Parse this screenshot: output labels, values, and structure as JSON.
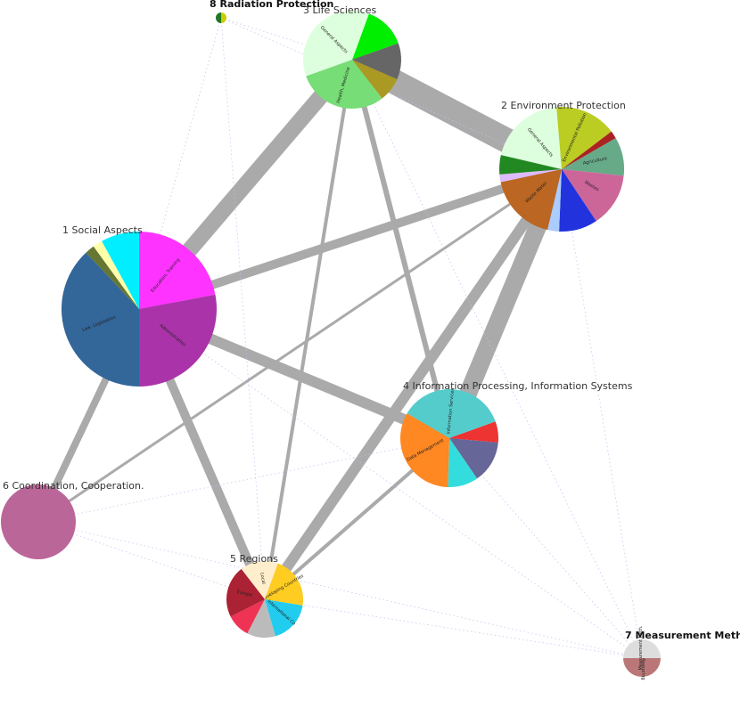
{
  "diagram": {
    "nodes": [
      {
        "id": "n1",
        "label": "1  Social Aspects",
        "slices": [
          {
            "color": "#ff33ff",
            "weight": 22,
            "label": "Education, Training"
          },
          {
            "color": "#aa33aa",
            "weight": 28,
            "label": "Administration"
          },
          {
            "color": "#336699",
            "weight": 38,
            "label": "Law, Legislation"
          },
          {
            "color": "#667733",
            "weight": 2,
            "label": ""
          },
          {
            "color": "#ffffaa",
            "weight": 2,
            "label": ""
          },
          {
            "color": "#00eeff",
            "weight": 8,
            "label": ""
          }
        ]
      },
      {
        "id": "n2",
        "label": "2  Environment Protection",
        "slices": [
          {
            "color": "#66aa88",
            "weight": 10,
            "label": "Agriculture"
          },
          {
            "color": "#cc6699",
            "weight": 14,
            "label": "Wastes"
          },
          {
            "color": "#2233dd",
            "weight": 10,
            "label": ""
          },
          {
            "color": "#aaccff",
            "weight": 3,
            "label": ""
          },
          {
            "color": "#bb6622",
            "weight": 18,
            "label": "Waste Water"
          },
          {
            "color": "#ddbbff",
            "weight": 2,
            "label": ""
          },
          {
            "color": "#228822",
            "weight": 5,
            "label": ""
          },
          {
            "color": "#ddffdd",
            "weight": 20,
            "label": "General Aspects"
          },
          {
            "color": "#bbcc22",
            "weight": 16,
            "label": "Environmental Pollution"
          },
          {
            "color": "#aa2222",
            "weight": 2,
            "label": ""
          }
        ]
      },
      {
        "id": "n3",
        "label": "3  Life Sciences",
        "slices": [
          {
            "color": "#00ee00",
            "weight": 14,
            "label": ""
          },
          {
            "color": "#666666",
            "weight": 12,
            "label": ""
          },
          {
            "color": "#aa9922",
            "weight": 8,
            "label": ""
          },
          {
            "color": "#77dd77",
            "weight": 30,
            "label": "Health, Medicine"
          },
          {
            "color": "#ddffdd",
            "weight": 36,
            "label": "General Aspects"
          }
        ]
      },
      {
        "id": "n4",
        "label": "4  Information Processing, Information Systems",
        "slices": [
          {
            "color": "#ee3333",
            "weight": 7,
            "label": ""
          },
          {
            "color": "#666699",
            "weight": 14,
            "label": ""
          },
          {
            "color": "#33dddd",
            "weight": 10,
            "label": ""
          },
          {
            "color": "#ff8822",
            "weight": 33,
            "label": "Data Management"
          },
          {
            "color": "#55cccc",
            "weight": 36,
            "label": "Information Services"
          }
        ]
      },
      {
        "id": "n5",
        "label": "5  Regions",
        "slices": [
          {
            "color": "#ffcc22",
            "weight": 22,
            "label": "Developing Countries"
          },
          {
            "color": "#22ccee",
            "weight": 18,
            "label": "International Co"
          },
          {
            "color": "#bbbbbb",
            "weight": 12,
            "label": ""
          },
          {
            "color": "#ee3355",
            "weight": 10,
            "label": ""
          },
          {
            "color": "#aa2233",
            "weight": 22,
            "label": "Europe"
          },
          {
            "color": "#ffeecc",
            "weight": 16,
            "label": "Local"
          }
        ]
      },
      {
        "id": "n6",
        "label": "6  Coordination, Cooperation.",
        "slices": [
          {
            "color": "#bb6699",
            "weight": 100,
            "label": ""
          }
        ]
      },
      {
        "id": "n7",
        "label": "7  Measurement Meth.",
        "slices": [
          {
            "color": "#bb7777",
            "weight": 50,
            "label": "Measuring"
          },
          {
            "color": "#dddddd",
            "weight": 50,
            "label": "Measurement Meth."
          }
        ]
      },
      {
        "id": "n8",
        "label": "8  Radiation Protection",
        "slices": [
          {
            "color": "#cccc00",
            "weight": 50,
            "label": "Radiation Protection"
          },
          {
            "color": "#227722",
            "weight": 50,
            "label": ""
          }
        ]
      }
    ],
    "edges": [
      {
        "from": "n1",
        "to": "n3",
        "weight": 9,
        "style": "solid"
      },
      {
        "from": "n3",
        "to": "n2",
        "weight": 14,
        "style": "solid"
      },
      {
        "from": "n1",
        "to": "n2",
        "weight": 5,
        "style": "solid"
      },
      {
        "from": "n1",
        "to": "n4",
        "weight": 6,
        "style": "solid"
      },
      {
        "from": "n1",
        "to": "n5",
        "weight": 5,
        "style": "solid"
      },
      {
        "from": "n1",
        "to": "n6",
        "weight": 4,
        "style": "solid"
      },
      {
        "from": "n2",
        "to": "n4",
        "weight": 10,
        "style": "solid"
      },
      {
        "from": "n2",
        "to": "n5",
        "weight": 6,
        "style": "solid"
      },
      {
        "from": "n2",
        "to": "n6",
        "weight": 1.5,
        "style": "solid"
      },
      {
        "from": "n3",
        "to": "n4",
        "weight": 3,
        "style": "solid"
      },
      {
        "from": "n3",
        "to": "n5",
        "weight": 2,
        "style": "solid"
      },
      {
        "from": "n3",
        "to": "n1",
        "weight": 1,
        "style": "solid"
      },
      {
        "from": "n4",
        "to": "n5",
        "weight": 2,
        "style": "solid"
      },
      {
        "from": "n6",
        "to": "n5",
        "weight": 1,
        "style": "dotted"
      },
      {
        "from": "n6",
        "to": "n4",
        "weight": 1,
        "style": "dotted"
      },
      {
        "from": "n5",
        "to": "n7",
        "weight": 1,
        "style": "dotted"
      },
      {
        "from": "n4",
        "to": "n7",
        "weight": 1,
        "style": "dotted"
      },
      {
        "from": "n2",
        "to": "n7",
        "weight": 1,
        "style": "dotted"
      },
      {
        "from": "n6",
        "to": "n7",
        "weight": 1,
        "style": "dotted"
      },
      {
        "from": "n8",
        "to": "n3",
        "weight": 1,
        "style": "dotted"
      },
      {
        "from": "n8",
        "to": "n2",
        "weight": 1,
        "style": "dotted"
      },
      {
        "from": "n8",
        "to": "n1",
        "weight": 1,
        "style": "dotted"
      },
      {
        "from": "n8",
        "to": "n5",
        "weight": 1,
        "style": "dotted"
      },
      {
        "from": "n3",
        "to": "n7",
        "weight": 1,
        "style": "dotted"
      },
      {
        "from": "n1",
        "to": "n7",
        "weight": 1,
        "style": "dotted"
      }
    ],
    "edge_color": "#aaaaaa",
    "dotted_color": "#ccbbee"
  }
}
